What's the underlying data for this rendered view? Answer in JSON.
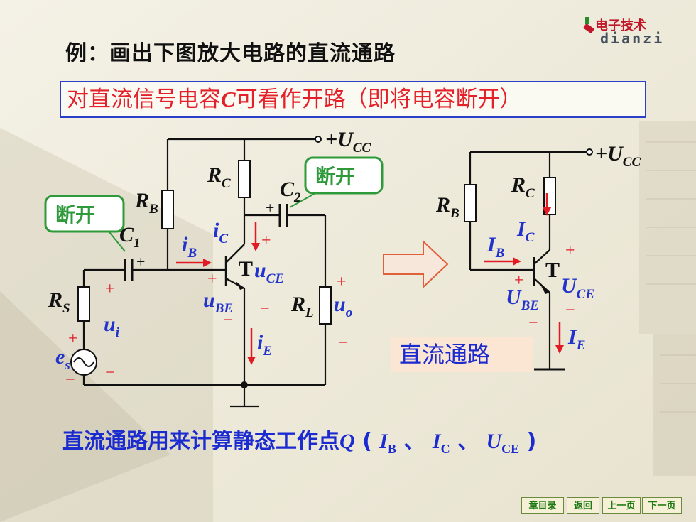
{
  "title": "例：画出下图放大电路的直流通路",
  "note": {
    "prefix": "对直流信号电容",
    "symbol": "C",
    "suffix": "可看作开路（即将电容断开）"
  },
  "logo": {
    "cn": "电子技术",
    "en": "dianzi"
  },
  "left_circuit": {
    "vcc": "+U",
    "vcc_sub": "CC",
    "rc": "R",
    "rc_sub": "C",
    "rb": "R",
    "rb_sub": "B",
    "c2": "C",
    "c2_sub": "2",
    "c1": "C",
    "c1_sub": "1",
    "callout_1": "断开",
    "callout_2": "断开",
    "ib": "i",
    "ib_sub": "B",
    "ic": "i",
    "ic_sub": "C",
    "ie": "i",
    "ie_sub": "E",
    "transistor": "T",
    "uce": "u",
    "uce_sub": "CE",
    "ube": "u",
    "ube_sub": "BE",
    "rs": "R",
    "rs_sub": "S",
    "rl": "R",
    "rl_sub": "L",
    "uo": "u",
    "uo_sub": "o",
    "ui": "u",
    "ui_sub": "i",
    "es": "e",
    "es_sub": "s",
    "plus": "+",
    "minus": "−"
  },
  "right_circuit": {
    "vcc": "+U",
    "vcc_sub": "CC",
    "rc": "R",
    "rc_sub": "C",
    "rb": "R",
    "rb_sub": "B",
    "ic": "I",
    "ic_sub": "C",
    "ib": "I",
    "ib_sub": "B",
    "ie": "I",
    "ie_sub": "E",
    "transistor": "T",
    "uce": "U",
    "uce_sub": "CE",
    "ube": "U",
    "ube_sub": "BE",
    "label": "直流通路"
  },
  "bottom_text": {
    "prefix": "直流通路用来计算静态工作点",
    "q": "Q",
    "paren_open": " ( ",
    "ib": "I",
    "ib_sub": "B",
    "sep1": " 、 ",
    "ic": "I",
    "ic_sub": "C",
    "sep2": " 、 ",
    "uce": "U",
    "uce_sub": "CE",
    "paren_close": " )"
  },
  "nav": {
    "contents": "章目录",
    "back": "返回",
    "prev": "上一页",
    "next": "下一页"
  },
  "colors": {
    "title": "#111111",
    "note_text": "#e4202a",
    "note_border": "#2b3fc8",
    "bottom_text": "#1c2bd0",
    "arrow_red": "#e01b24",
    "callout_green": "#2e9a3a",
    "label_blue": "#2233cc"
  }
}
